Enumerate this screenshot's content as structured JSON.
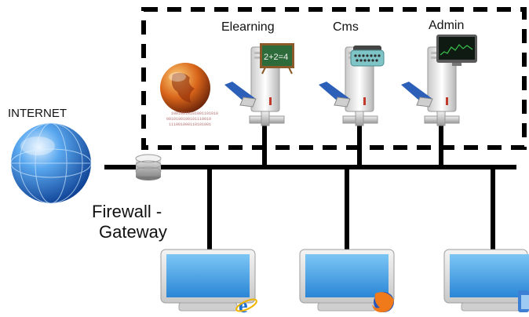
{
  "labels": {
    "internet": "INTERNET",
    "firewall_line1": "Firewall -",
    "firewall_line2": "Gateway"
  },
  "servers": [
    {
      "name": "Elearning",
      "icon": "chalkboard-icon",
      "board_text": "2+2=4"
    },
    {
      "name": "Cms",
      "icon": "typewriter-icon"
    },
    {
      "name": "Admin",
      "icon": "terminal-monitor-icon"
    }
  ],
  "clients": [
    {
      "icon": "internet-explorer-icon"
    },
    {
      "icon": "firefox-icon"
    },
    {
      "icon": "apple-finder-icon"
    }
  ],
  "colors": {
    "globe": "#2f7fd6",
    "monitor_screen": "#3fa2e8",
    "cable": "#000000",
    "usb_blue": "#2b5fb8"
  }
}
